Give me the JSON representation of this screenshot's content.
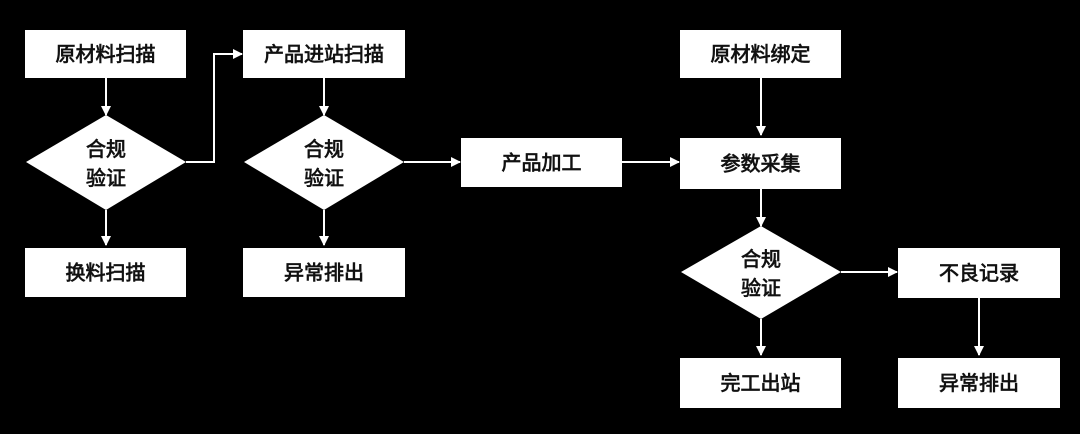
{
  "nodes": {
    "raw_scan": "原材料扫描",
    "check1": [
      "合规",
      "验证"
    ],
    "swap_scan": "换料扫描",
    "inbound_scan": "产品进站扫描",
    "check2": [
      "合规",
      "验证"
    ],
    "exception1": "异常排出",
    "process": "产品加工",
    "bind": "原材料绑定",
    "collect": "参数采集",
    "check3": [
      "合规",
      "验证"
    ],
    "defect": "不良记录",
    "complete": "完工出站",
    "exception2": "异常排出"
  },
  "colors": {
    "background": "#000000",
    "shape_fill": "#ffffff",
    "text": "#111111",
    "connector": "#ffffff"
  }
}
